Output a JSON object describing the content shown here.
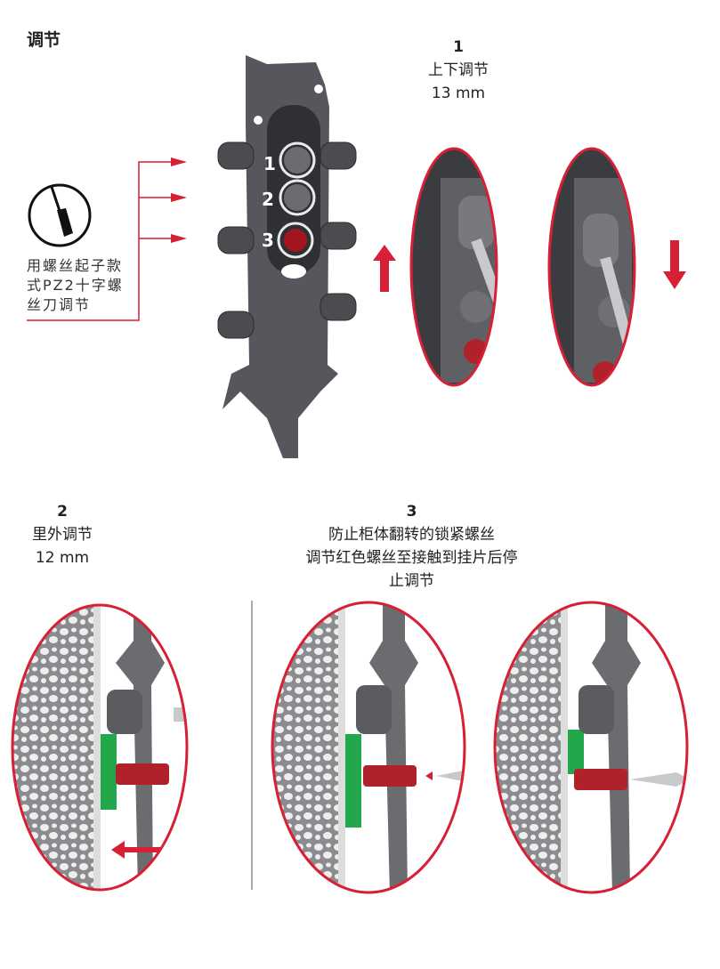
{
  "title": "调节",
  "tool_note": [
    "用螺丝起子款",
    "式PZ2十字螺",
    "丝刀调节"
  ],
  "screw_labels": [
    "1",
    "2",
    "3"
  ],
  "steps": [
    {
      "number": "1",
      "label": "上下调节",
      "value": "13 mm"
    },
    {
      "number": "2",
      "label": "里外调节",
      "value": "12 mm"
    },
    {
      "number": "3",
      "label": "防止柜体翻转的锁紧螺丝",
      "desc1": "调节红色螺丝至接触到挂片后停",
      "desc2": "止调节"
    }
  ],
  "colors": {
    "accent": "#d71f35",
    "metal": "#5b5d62",
    "green": "#22a84a"
  }
}
